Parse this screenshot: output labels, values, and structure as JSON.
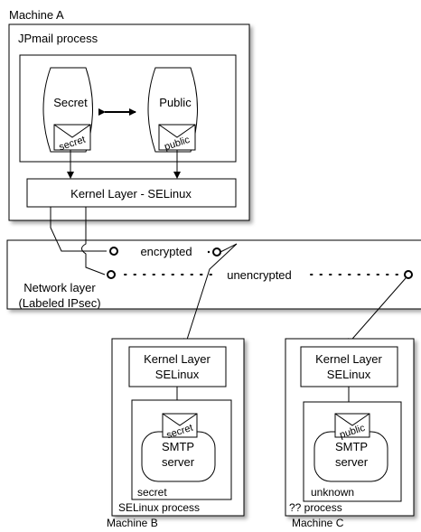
{
  "machine_a": {
    "label": "Machine A",
    "process_label": "JPmail process",
    "secret_label": "Secret",
    "public_label": "Public",
    "secret_envelope": "secret",
    "public_envelope": "public",
    "kernel": "Kernel Layer - SELinux"
  },
  "network": {
    "label_line1": "Network layer",
    "label_line2": "(Labeled IPsec)",
    "encrypted": "encrypted",
    "unencrypted": "unencrypted"
  },
  "machine_b": {
    "label": "Machine B",
    "kernel_line1": "Kernel Layer",
    "kernel_line2": "SELinux",
    "envelope": "secret",
    "smtp_line1": "SMTP",
    "smtp_line2": "server",
    "level": "secret",
    "process_label": "SELinux process"
  },
  "machine_c": {
    "label": "Machine C",
    "kernel_line1": "Kernel Layer",
    "kernel_line2": "SELinux",
    "envelope": "public",
    "smtp_line1": "SMTP",
    "smtp_line2": "server",
    "level": "unknown",
    "process_label": "?? process"
  }
}
